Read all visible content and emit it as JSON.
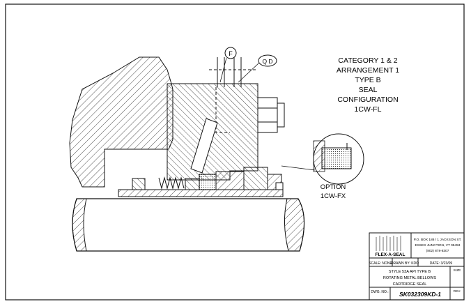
{
  "drawing": {
    "title_lines": [
      "CATEGORY 1 & 2",
      "ARRANGEMENT 1",
      "TYPE B",
      "SEAL",
      "CONFIGURATION",
      "1CW-FL"
    ],
    "balloons": [
      {
        "text": "F",
        "id": "balloon-f"
      },
      {
        "text": "Q D",
        "id": "balloon-qd"
      }
    ],
    "option_lines": [
      "OPTION",
      "1CW-FX"
    ]
  },
  "title_block": {
    "company_logo": "FLEX-A-SEAL",
    "address_lines": [
      "P.O. BOX 186 / 1 JACKSON ST.",
      "ESSEX JUNCTION, VT 05453",
      "(802) 878-8307"
    ],
    "scale": "SCALE: NONE",
    "drawn_by": "DRAWN BY: KDO",
    "date": "DATE: 3/23/09",
    "description_lines": [
      "STYLE 53A API TYPE B",
      "ROTATING METAL BELLOWS",
      "CARTRIDGE SEAL"
    ],
    "size_label": "SIZE",
    "dwg_label": "DWG. NO.:",
    "dwg_number": "SK032309KD-1",
    "rev_label": "REV."
  }
}
